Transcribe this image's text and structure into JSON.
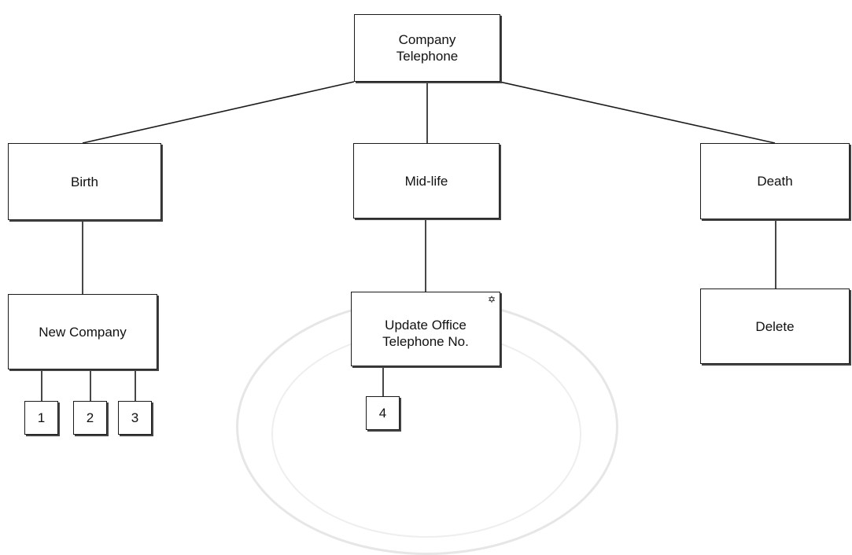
{
  "root": {
    "label": "Company Telephone",
    "line1": "Company",
    "line2": "Telephone"
  },
  "stages": [
    {
      "label": "Birth"
    },
    {
      "label": "Mid-life"
    },
    {
      "label": "Death"
    }
  ],
  "events": [
    {
      "label": "New Company"
    },
    {
      "line1": "Update Office",
      "line2": "Telephone No.",
      "iteration_marker": "✡"
    },
    {
      "label": "Delete"
    }
  ],
  "sub_items": [
    "1",
    "2",
    "3",
    "4"
  ]
}
